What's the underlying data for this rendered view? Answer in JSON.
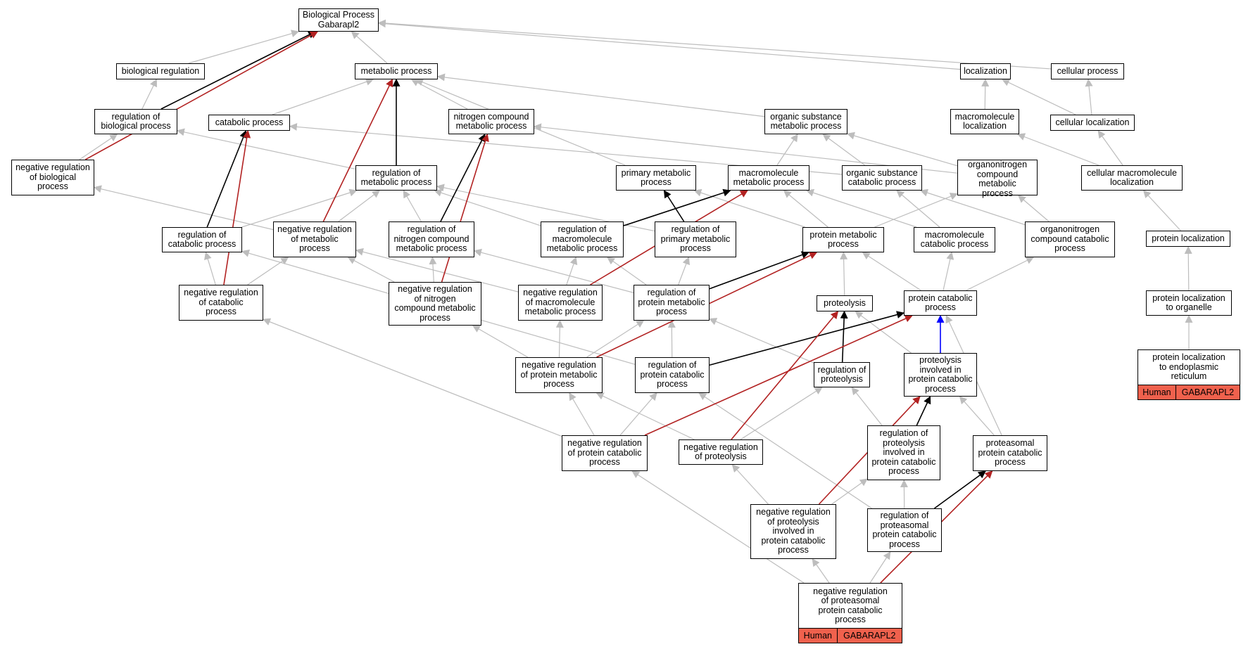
{
  "colors": {
    "is_a": "#bdbdbd",
    "regulates": "#000000",
    "negatively_regulates": "#b22222",
    "part_of": "#0000ff",
    "annotation_fill": "#f0614d"
  },
  "nodes": [
    {
      "id": "bp",
      "label": "Biological Process\nGabarapl2"
    },
    {
      "id": "breg",
      "label": "biological regulation"
    },
    {
      "id": "met",
      "label": "metabolic process"
    },
    {
      "id": "loc",
      "label": "localization"
    },
    {
      "id": "cell",
      "label": "cellular process"
    },
    {
      "id": "regbio",
      "label": "regulation of\nbiological process"
    },
    {
      "id": "cat",
      "label": "catabolic process"
    },
    {
      "id": "nitro",
      "label": "nitrogen compound\nmetabolic process"
    },
    {
      "id": "osm",
      "label": "organic substance\nmetabolic process"
    },
    {
      "id": "mloc",
      "label": "macromolecule\nlocalization"
    },
    {
      "id": "cloc",
      "label": "cellular localization"
    },
    {
      "id": "negbio",
      "label": "negative regulation\nof biological\nprocess"
    },
    {
      "id": "regmet",
      "label": "regulation of\nmetabolic process"
    },
    {
      "id": "prim",
      "label": "primary metabolic\nprocess"
    },
    {
      "id": "macromet",
      "label": "macromolecule\nmetabolic process"
    },
    {
      "id": "oscat",
      "label": "organic substance\ncatabolic process"
    },
    {
      "id": "onm",
      "label": "organonitrogen\ncompound metabolic\nprocess"
    },
    {
      "id": "cmloc",
      "label": "cellular macromolecule\nlocalization"
    },
    {
      "id": "regcat",
      "label": "regulation of\ncatabolic process"
    },
    {
      "id": "negmet",
      "label": "negative regulation\nof metabolic\nprocess"
    },
    {
      "id": "regnitro",
      "label": "regulation of\nnitrogen compound\nmetabolic process"
    },
    {
      "id": "regmacro",
      "label": "regulation of\nmacromolecule\nmetabolic process"
    },
    {
      "id": "regprim",
      "label": "regulation of\nprimary metabolic\nprocess"
    },
    {
      "id": "protmet",
      "label": "protein metabolic\nprocess"
    },
    {
      "id": "macrocat",
      "label": "macromolecule\ncatabolic process"
    },
    {
      "id": "oncat",
      "label": "organonitrogen\ncompound catabolic\nprocess"
    },
    {
      "id": "protloc",
      "label": "protein localization"
    },
    {
      "id": "negcat",
      "label": "negative regulation\nof catabolic\nprocess"
    },
    {
      "id": "negnitro",
      "label": "negative regulation\nof nitrogen\ncompound metabolic\nprocess"
    },
    {
      "id": "negmacro",
      "label": "negative regulation\nof macromolecule\nmetabolic process"
    },
    {
      "id": "regprotmet",
      "label": "regulation of\nprotein metabolic\nprocess"
    },
    {
      "id": "proteolysis",
      "label": "proteolysis"
    },
    {
      "id": "protcat",
      "label": "protein catabolic\nprocess"
    },
    {
      "id": "plorg",
      "label": "protein localization\nto organelle"
    },
    {
      "id": "negprotmet",
      "label": "negative regulation\nof protein metabolic\nprocess"
    },
    {
      "id": "regprotcat",
      "label": "regulation of\nprotein catabolic\nprocess"
    },
    {
      "id": "regproteo",
      "label": "regulation of\nproteolysis"
    },
    {
      "id": "pipc",
      "label": "proteolysis\ninvolved in\nprotein catabolic\nprocess"
    },
    {
      "id": "pler",
      "label": "protein localization\nto endoplasmic\nreticulum",
      "tags": [
        "Human",
        "GABARAPL2"
      ]
    },
    {
      "id": "negprotcat",
      "label": "negative regulation\nof protein catabolic\nprocess"
    },
    {
      "id": "negproteo",
      "label": "negative regulation\nof proteolysis"
    },
    {
      "id": "regpipc",
      "label": "regulation of\nproteolysis\ninvolved in\nprotein catabolic\nprocess"
    },
    {
      "id": "proteasomal",
      "label": "proteasomal\nprotein catabolic\nprocess"
    },
    {
      "id": "negpipc",
      "label": "negative regulation\nof proteolysis\ninvolved in\nprotein catabolic\nprocess"
    },
    {
      "id": "regproteasomal",
      "label": "regulation of\nproteasomal\nprotein catabolic\nprocess"
    },
    {
      "id": "negproteasomal",
      "label": "negative regulation\nof proteasomal\nprotein catabolic\nprocess",
      "tags": [
        "Human",
        "GABARAPL2"
      ]
    }
  ],
  "edges": [
    [
      "breg",
      "bp",
      "is_a"
    ],
    [
      "met",
      "bp",
      "is_a"
    ],
    [
      "loc",
      "bp",
      "is_a"
    ],
    [
      "cell",
      "bp",
      "is_a"
    ],
    [
      "regbio",
      "breg",
      "is_a"
    ],
    [
      "regbio",
      "bp",
      "regulates"
    ],
    [
      "negbio",
      "regbio",
      "is_a"
    ],
    [
      "negbio",
      "bp",
      "negatively_regulates"
    ],
    [
      "cat",
      "met",
      "is_a"
    ],
    [
      "nitro",
      "met",
      "is_a"
    ],
    [
      "osm",
      "met",
      "is_a"
    ],
    [
      "prim",
      "met",
      "is_a"
    ],
    [
      "regmet",
      "met",
      "regulates"
    ],
    [
      "regmet",
      "regbio",
      "is_a"
    ],
    [
      "negmet",
      "met",
      "negatively_regulates"
    ],
    [
      "negmet",
      "regmet",
      "is_a"
    ],
    [
      "negmet",
      "negbio",
      "is_a"
    ],
    [
      "regcat",
      "cat",
      "regulates"
    ],
    [
      "regcat",
      "regmet",
      "is_a"
    ],
    [
      "negcat",
      "cat",
      "negatively_regulates"
    ],
    [
      "negcat",
      "regcat",
      "is_a"
    ],
    [
      "negcat",
      "negmet",
      "is_a"
    ],
    [
      "regnitro",
      "nitro",
      "regulates"
    ],
    [
      "regnitro",
      "regmet",
      "is_a"
    ],
    [
      "negnitro",
      "nitro",
      "negatively_regulates"
    ],
    [
      "negnitro",
      "regnitro",
      "is_a"
    ],
    [
      "negnitro",
      "negmet",
      "is_a"
    ],
    [
      "macromet",
      "osm",
      "is_a"
    ],
    [
      "oscat",
      "osm",
      "is_a"
    ],
    [
      "oscat",
      "cat",
      "is_a"
    ],
    [
      "onm",
      "osm",
      "is_a"
    ],
    [
      "onm",
      "nitro",
      "is_a"
    ],
    [
      "regmacro",
      "macromet",
      "regulates"
    ],
    [
      "regmacro",
      "regmet",
      "is_a"
    ],
    [
      "regprim",
      "prim",
      "regulates"
    ],
    [
      "regprim",
      "regmet",
      "is_a"
    ],
    [
      "negmacro",
      "macromet",
      "negatively_regulates"
    ],
    [
      "negmacro",
      "regmacro",
      "is_a"
    ],
    [
      "negmacro",
      "negmet",
      "is_a"
    ],
    [
      "protmet",
      "macromet",
      "is_a"
    ],
    [
      "protmet",
      "prim",
      "is_a"
    ],
    [
      "protmet",
      "onm",
      "is_a"
    ],
    [
      "macrocat",
      "macromet",
      "is_a"
    ],
    [
      "macrocat",
      "oscat",
      "is_a"
    ],
    [
      "oncat",
      "onm",
      "is_a"
    ],
    [
      "oncat",
      "oscat",
      "is_a"
    ],
    [
      "regprotmet",
      "protmet",
      "regulates"
    ],
    [
      "regprotmet",
      "regmacro",
      "is_a"
    ],
    [
      "regprotmet",
      "regprim",
      "is_a"
    ],
    [
      "regprotmet",
      "regnitro",
      "is_a"
    ],
    [
      "negprotmet",
      "protmet",
      "negatively_regulates"
    ],
    [
      "negprotmet",
      "regprotmet",
      "is_a"
    ],
    [
      "negprotmet",
      "negmacro",
      "is_a"
    ],
    [
      "negprotmet",
      "negnitro",
      "is_a"
    ],
    [
      "proteolysis",
      "protmet",
      "is_a"
    ],
    [
      "protcat",
      "protmet",
      "is_a"
    ],
    [
      "protcat",
      "macrocat",
      "is_a"
    ],
    [
      "protcat",
      "oncat",
      "is_a"
    ],
    [
      "regprotcat",
      "protcat",
      "regulates"
    ],
    [
      "regprotcat",
      "regprotmet",
      "is_a"
    ],
    [
      "regprotcat",
      "regcat",
      "is_a"
    ],
    [
      "regproteo",
      "proteolysis",
      "regulates"
    ],
    [
      "regproteo",
      "regprotmet",
      "is_a"
    ],
    [
      "pipc",
      "protcat",
      "part_of"
    ],
    [
      "pipc",
      "proteolysis",
      "is_a"
    ],
    [
      "negprotcat",
      "protcat",
      "negatively_regulates"
    ],
    [
      "negprotcat",
      "regprotcat",
      "is_a"
    ],
    [
      "negprotcat",
      "negprotmet",
      "is_a"
    ],
    [
      "negprotcat",
      "negcat",
      "is_a"
    ],
    [
      "negproteo",
      "proteolysis",
      "negatively_regulates"
    ],
    [
      "negproteo",
      "regproteo",
      "is_a"
    ],
    [
      "negproteo",
      "negprotmet",
      "is_a"
    ],
    [
      "regpipc",
      "pipc",
      "regulates"
    ],
    [
      "regpipc",
      "regproteo",
      "is_a"
    ],
    [
      "proteasomal",
      "pipc",
      "is_a"
    ],
    [
      "proteasomal",
      "protcat",
      "is_a"
    ],
    [
      "negpipc",
      "pipc",
      "negatively_regulates"
    ],
    [
      "negpipc",
      "regpipc",
      "is_a"
    ],
    [
      "negpipc",
      "negproteo",
      "is_a"
    ],
    [
      "regproteasomal",
      "proteasomal",
      "regulates"
    ],
    [
      "regproteasomal",
      "regprotcat",
      "is_a"
    ],
    [
      "regproteasomal",
      "regpipc",
      "is_a"
    ],
    [
      "negproteasomal",
      "proteasomal",
      "negatively_regulates"
    ],
    [
      "negproteasomal",
      "negprotcat",
      "is_a"
    ],
    [
      "negproteasomal",
      "regproteasomal",
      "is_a"
    ],
    [
      "negproteasomal",
      "negpipc",
      "is_a"
    ],
    [
      "mloc",
      "loc",
      "is_a"
    ],
    [
      "cloc",
      "loc",
      "is_a"
    ],
    [
      "cloc",
      "cell",
      "is_a"
    ],
    [
      "cmloc",
      "mloc",
      "is_a"
    ],
    [
      "cmloc",
      "cloc",
      "is_a"
    ],
    [
      "protloc",
      "cmloc",
      "is_a"
    ],
    [
      "plorg",
      "protloc",
      "is_a"
    ],
    [
      "pler",
      "plorg",
      "is_a"
    ]
  ]
}
